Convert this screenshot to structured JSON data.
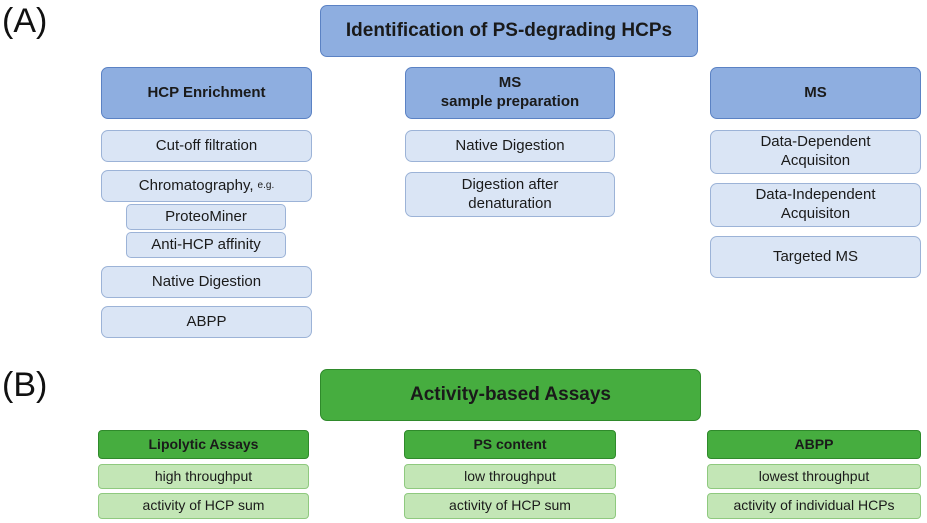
{
  "panel_a": {
    "label": "(A)",
    "title": "Identification of PS-degrading HCPs",
    "columns": [
      {
        "header": "HCP Enrichment",
        "items": [
          {
            "text": "Cut-off filtration"
          },
          {
            "text": "Chromatography,",
            "suffix": "e.g."
          },
          {
            "text": "ProteoMiner"
          },
          {
            "text": "Anti-HCP affinity"
          },
          {
            "text": "Native Digestion"
          },
          {
            "text": "ABPP"
          }
        ]
      },
      {
        "header": "MS\nsample preparation",
        "items": [
          {
            "text": "Native Digestion"
          },
          {
            "text": "Digestion after\ndenaturation"
          }
        ]
      },
      {
        "header": "MS",
        "items": [
          {
            "text": "Data-Dependent\nAcquisiton"
          },
          {
            "text": "Data-Independent\nAcquisiton"
          },
          {
            "text": "Targeted MS"
          }
        ]
      }
    ]
  },
  "panel_b": {
    "label": "(B)",
    "title": "Activity-based Assays",
    "columns": [
      {
        "header": "Lipolytic Assays",
        "items": [
          {
            "text": "high throughput"
          },
          {
            "text": "activity of HCP sum"
          }
        ]
      },
      {
        "header": "PS content",
        "items": [
          {
            "text": "low throughput"
          },
          {
            "text": "activity of HCP sum"
          }
        ]
      },
      {
        "header": "ABPP",
        "items": [
          {
            "text": "lowest throughput"
          },
          {
            "text": "activity of individual HCPs"
          }
        ]
      }
    ]
  },
  "colors": {
    "blue_header": "#8eaee0",
    "blue_item": "#dae5f5",
    "green_header": "#46ad3f",
    "green_item": "#c3e6b6"
  }
}
